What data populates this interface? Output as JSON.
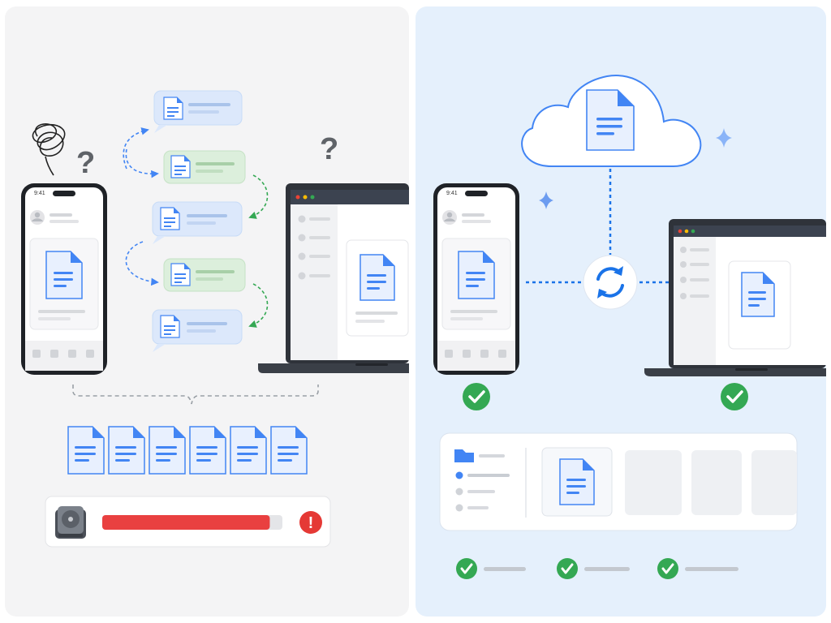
{
  "left_phone": {
    "time": "9:41"
  },
  "right_phone": {
    "time": "9:41"
  },
  "left_question_marks": [
    "?",
    "?"
  ],
  "storage_alert": {
    "usage": 0.93,
    "alert_glyph": "!"
  },
  "duplicate_file_count": 6,
  "icons": {
    "confused": "tangled-scribble-icon",
    "document": "document-icon",
    "storage": "hard-drive-icon",
    "warning": "exclamation-alert-icon",
    "cloud": "cloud-icon",
    "sync": "sync-arrows-icon",
    "success": "check-circle-icon",
    "folder": "folder-icon",
    "sparkle": "sparkle-icon"
  },
  "colors": {
    "left_bg": "#f4f4f5",
    "right_bg": "#e5f0fc",
    "doc_blue": "#4285f4",
    "doc_blue_light": "#e8f0fe",
    "chat_blue": "#dce8fb",
    "chat_green": "#dcefdc",
    "arrow_blue": "#4285f4",
    "arrow_green": "#34a853",
    "alert_red": "#e94040",
    "check_green": "#34a853",
    "device_dark": "#2f333a"
  }
}
